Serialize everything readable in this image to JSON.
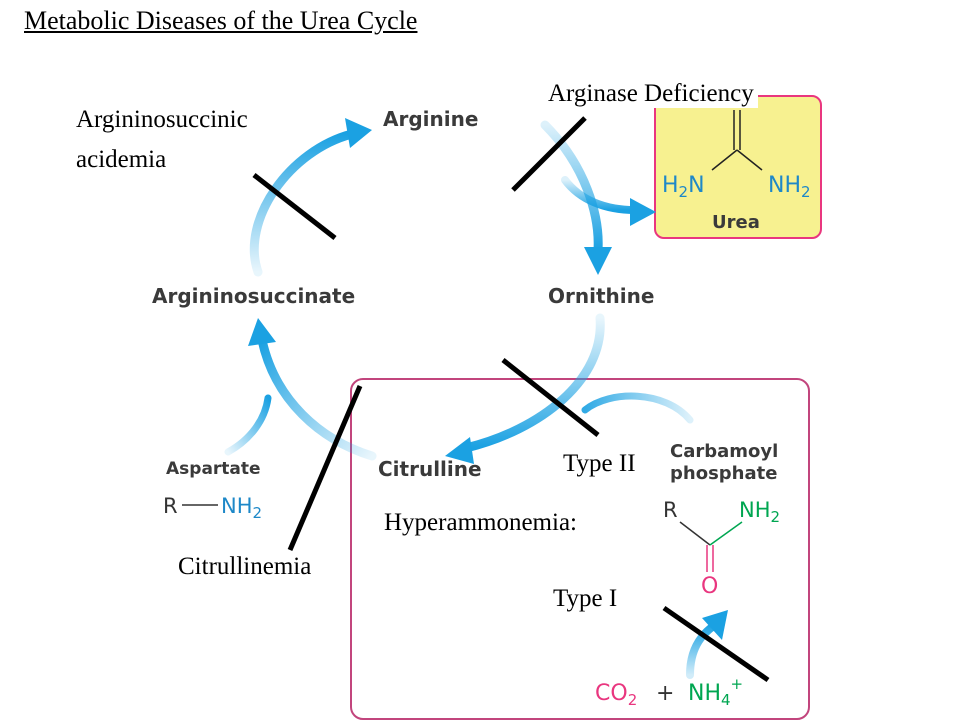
{
  "slide": {
    "title": "Metabolic Diseases of the Urea Cycle"
  },
  "diseases": {
    "argininosuccinic": "Argininosuccinic acidemia",
    "arginase": "Arginase Deficiency",
    "citrullinemia": "Citrullinemia",
    "hyperammonemia": "Hyperammonemia:",
    "type2": "Type II",
    "type1": "Type I"
  },
  "metabolites": {
    "arginine": "Arginine",
    "ornithine": "Ornithine",
    "argininosuccinate": "Argininosuccinate",
    "citrulline": "Citrulline",
    "aspartate": "Aspartate",
    "carbamoyl_line1": "Carbamoyl",
    "carbamoyl_line2": "phosphate",
    "urea": "Urea"
  },
  "structures": {
    "r": "R",
    "nh2": "NH",
    "sub2": "2",
    "h2n_h": "H",
    "h2n_n": "N",
    "o": "O",
    "co2": "CO",
    "plus": "+",
    "nh4": "NH",
    "sub4": "4",
    "charge": "+"
  },
  "colors": {
    "arrow_blue": "#1ba1e2",
    "structure_green": "#00a651",
    "structure_blue": "#1e88c8",
    "urea_fill": "#f7f190",
    "urea_border": "#e9367f",
    "mito_border": "#c2457d",
    "block_line": "#000000"
  }
}
